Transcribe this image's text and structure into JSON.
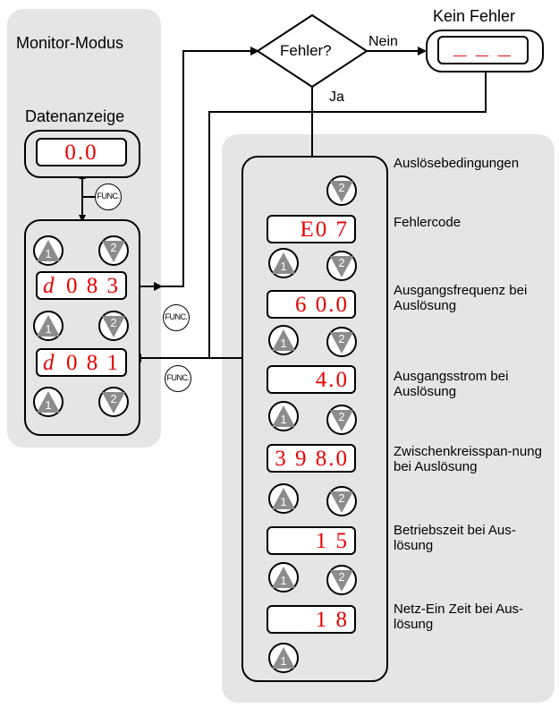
{
  "monitor_mode": {
    "title": "Monitor-Modus",
    "data_display_label": "Datenanzeige",
    "data_display_value": "0.0"
  },
  "monitor_displays": [
    {
      "prefix": "d",
      "value": "0 8 3"
    },
    {
      "prefix": "d",
      "value": "0 8 1"
    }
  ],
  "decision": {
    "question": "Fehler?",
    "no_label": "Nein",
    "yes_label": "Ja"
  },
  "no_error": {
    "label": "Kein Fehler",
    "value": "_ _ _"
  },
  "trip": {
    "title": "Auslösebedingungen",
    "items": [
      {
        "value": "E0 7",
        "label": "Fehlercode"
      },
      {
        "value": "6 0.0",
        "label": "Ausgangsfrequenz bei Auslösung"
      },
      {
        "value": "4.0",
        "label": "Ausgangsstrom bei Auslösung"
      },
      {
        "value": "3 9 8.0",
        "label": "Zwischenkreisspan-nung bei Auslösung"
      },
      {
        "value": "1 5",
        "label": "Betriebszeit bei Aus-lösung"
      },
      {
        "value": "1 8",
        "label": "Netz-Ein Zeit bei Aus-lösung"
      }
    ]
  },
  "keys": {
    "up": "1",
    "down": "2",
    "func": "FUNC."
  }
}
